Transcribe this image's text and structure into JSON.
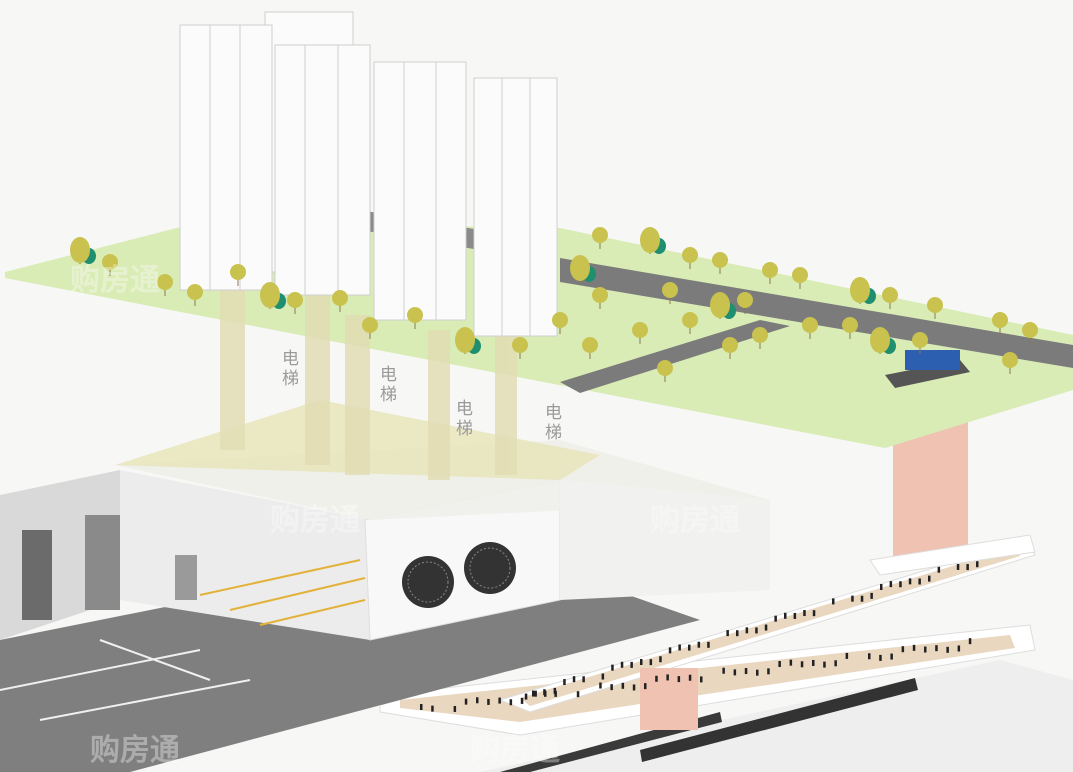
{
  "elevator_labels": [
    {
      "line1": "电",
      "line2": "梯"
    },
    {
      "line1": "电",
      "line2": "梯"
    },
    {
      "line1": "电",
      "line2": "梯"
    },
    {
      "line1": "电",
      "line2": "梯"
    }
  ],
  "watermark": "购房通",
  "colors": {
    "lawn": "#d9ecb5",
    "road": "#7b7b7b",
    "tower": "#fbfbfb",
    "pillar": "#e6e0b8",
    "shaft": "#efc2b2",
    "garage_floor": "#7f7f80",
    "platform": "#e9d7c0",
    "tree": "#c9c24f",
    "tree_dark": "#1f8f6f"
  }
}
